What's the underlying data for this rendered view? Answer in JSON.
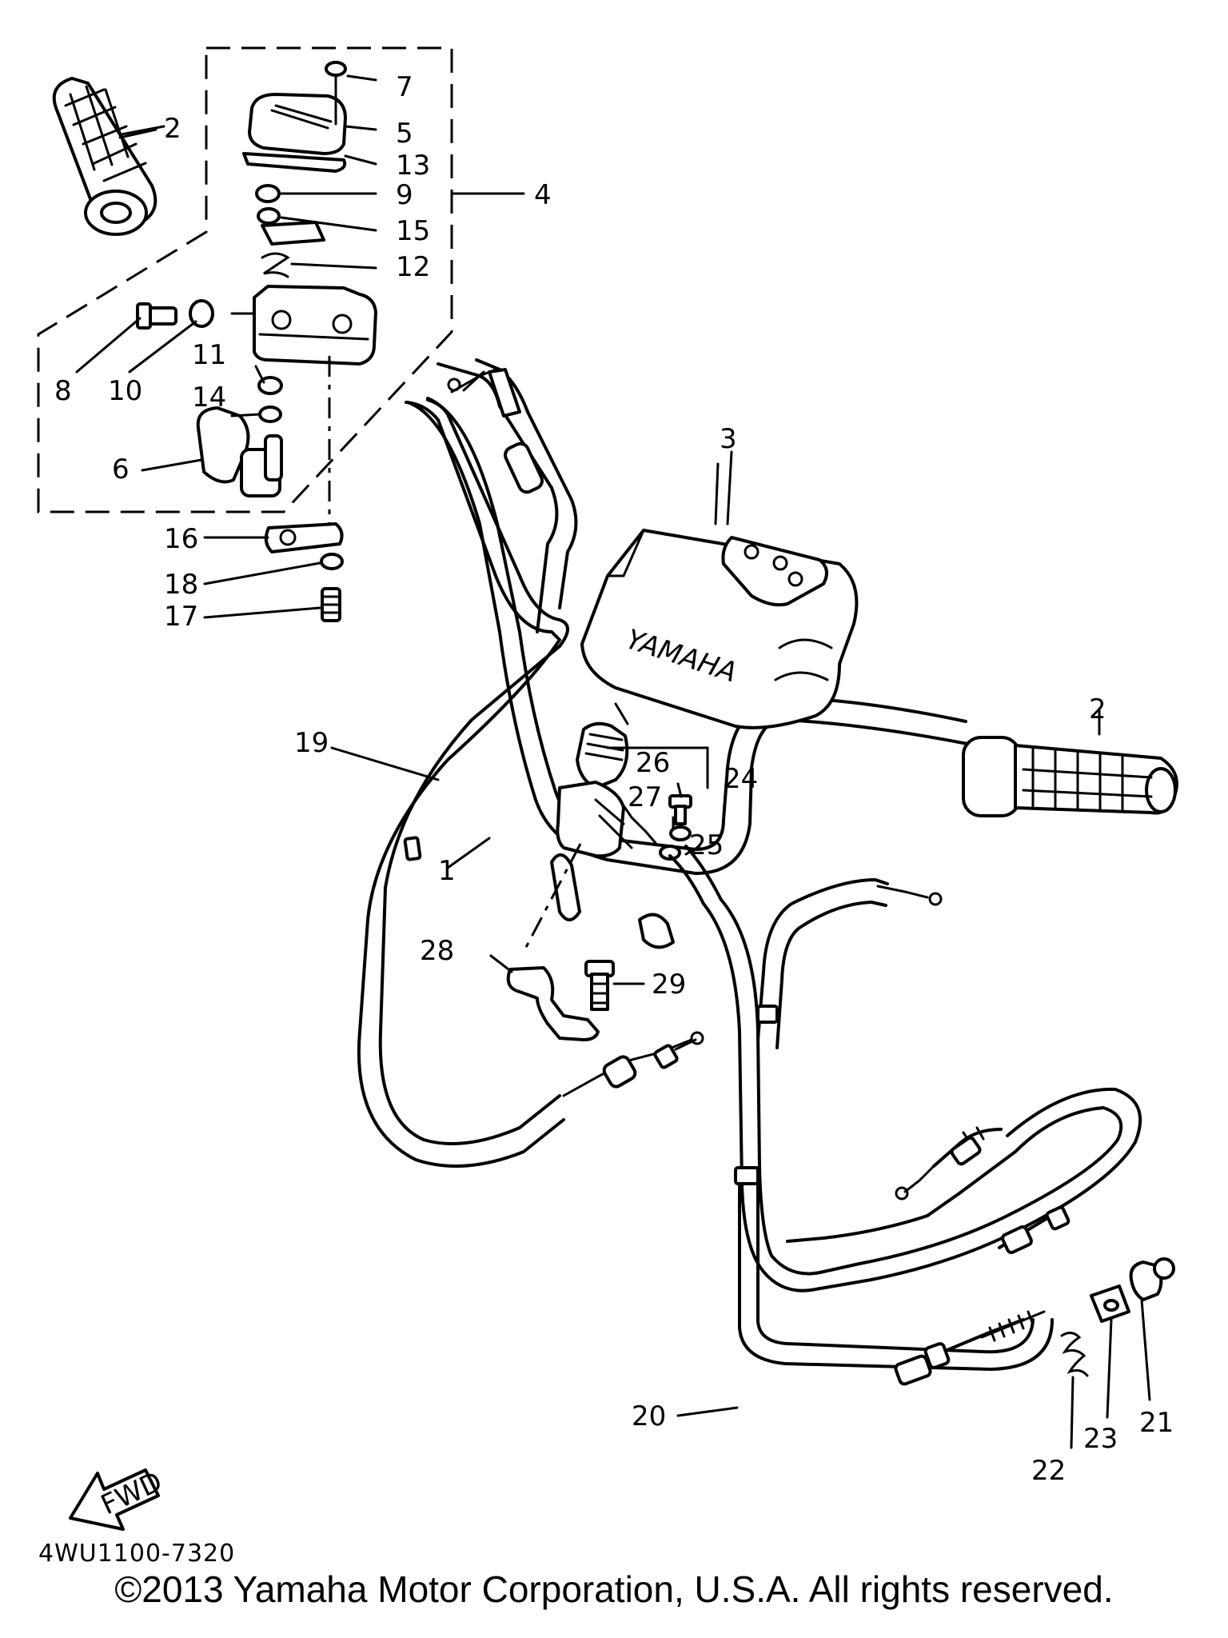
{
  "diagram": {
    "code": "4WU1100-7320",
    "copyright": "©2013 Yamaha Motor Corporation, U.S.A. All rights reserved.",
    "brand_text": "YAMAHA",
    "fwd_label": "FWD",
    "callouts": [
      "1",
      "2",
      "2",
      "3",
      "4",
      "5",
      "6",
      "7",
      "8",
      "9",
      "10",
      "11",
      "12",
      "13",
      "14",
      "15",
      "16",
      "17",
      "18",
      "19",
      "20",
      "21",
      "22",
      "23",
      "24",
      "25",
      "26",
      "27",
      "28",
      "29"
    ]
  }
}
